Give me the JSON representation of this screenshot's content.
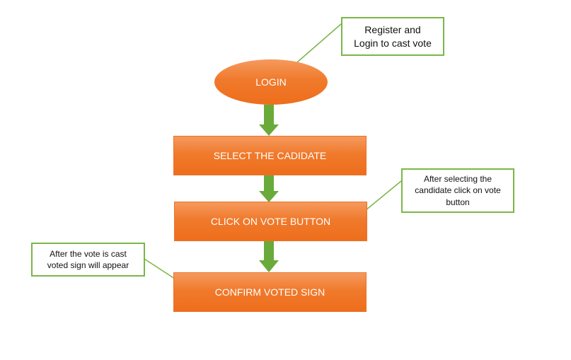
{
  "flow": {
    "login": "LOGIN",
    "select_candidate": "SELECT THE CADIDATE",
    "click_vote": "CLICK ON VOTE BUTTON",
    "confirm_sign": "CONFIRM VOTED SIGN"
  },
  "callouts": {
    "register_login": "Register and\nLogin to cast vote",
    "after_selecting": "After selecting the\ncandidate click on vote\nbutton",
    "after_vote": "After the vote is cast\nvoted sign will appear"
  },
  "colors": {
    "node_fill": "#f07a2c",
    "arrow": "#6aaa3a",
    "callout_border": "#7ab648"
  }
}
